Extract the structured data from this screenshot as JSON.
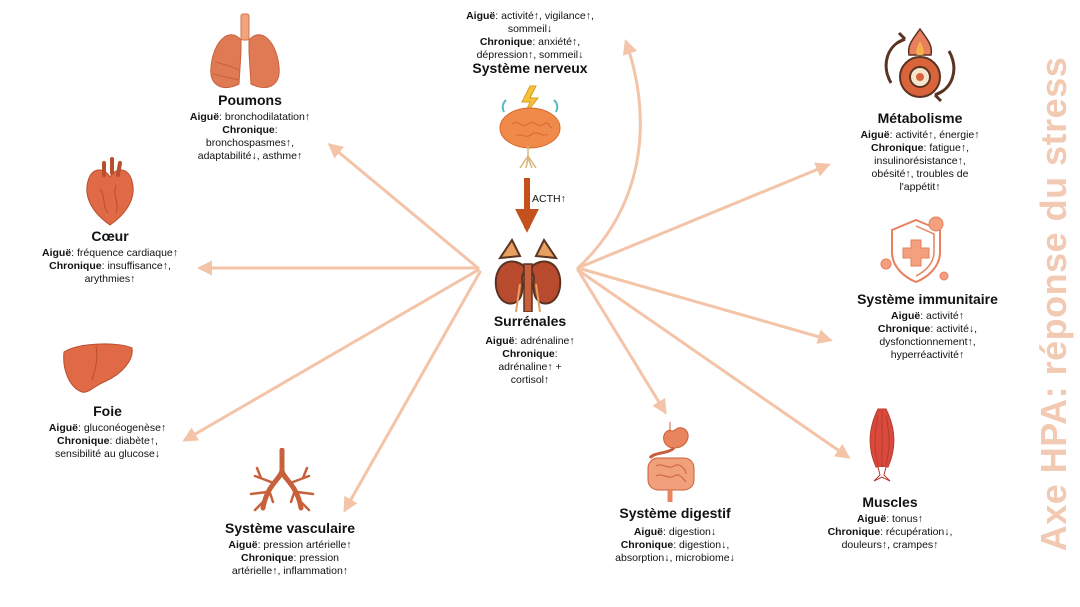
{
  "title": "Axe HPA: réponse du stress",
  "colors": {
    "accent": "#f2c9b2",
    "arrow": "#f3c4a8",
    "organ": "#e07a55",
    "acth_arrow": "#c4501e",
    "text": "#111111"
  },
  "center": {
    "title": "Surrénales",
    "acute_label": "Aiguë",
    "acute_text": ": adrénaline↑",
    "chronic_label": "Chronique",
    "chronic_text": ":",
    "chronic_text2": "adrénaline↑ +",
    "chronic_text3": "cortisol↑"
  },
  "acth_label": "ACTH↑",
  "nervous": {
    "title": "Système nerveux",
    "acute_label": "Aiguë",
    "acute_text": ": activité↑, vigilance↑,",
    "acute_text2": "sommeil↓",
    "chronic_label": "Chronique",
    "chronic_text": ": anxiété↑,",
    "chronic_text2": "dépression↑, sommeil↓"
  },
  "lungs": {
    "title": "Poumons",
    "acute_label": "Aiguë",
    "acute_text": ": bronchodilatation↑",
    "chronic_label": "Chronique",
    "chronic_text": ":",
    "chronic_text2": "bronchospasmes↑,",
    "chronic_text3": "adaptabilité↓, asthme↑"
  },
  "heart": {
    "title": "Cœur",
    "acute_label": "Aiguë",
    "acute_text": ": fréquence cardiaque↑",
    "chronic_label": "Chronique",
    "chronic_text": ": insuffisance↑,",
    "chronic_text2": "arythmies↑"
  },
  "liver": {
    "title": "Foie",
    "acute_label": "Aiguë",
    "acute_text": ": gluconéogenèse↑",
    "chronic_label": "Chronique",
    "chronic_text": ": diabète↑,",
    "chronic_text2": "sensibilité au glucose↓"
  },
  "vascular": {
    "title": "Système vasculaire",
    "acute_label": "Aiguë",
    "acute_text": ": pression artérielle↑",
    "chronic_label": "Chronique",
    "chronic_text": ": pression",
    "chronic_text2": "artérielle↑, inflammation↑"
  },
  "digestive": {
    "title": "Système digestif",
    "acute_label": "Aiguë",
    "acute_text": ": digestion↓",
    "chronic_label": "Chronique",
    "chronic_text": ": digestion↓,",
    "chronic_text2": "absorption↓, microbiome↓"
  },
  "muscles": {
    "title": "Muscles",
    "acute_label": "Aiguë",
    "acute_text": ": tonus↑",
    "chronic_label": "Chronique",
    "chronic_text": ": récupération↓,",
    "chronic_text2": "douleurs↑, crampes↑"
  },
  "immune": {
    "title": "Système immunitaire",
    "acute_label": "Aiguë",
    "acute_text": ": activité↑",
    "chronic_label": "Chronique",
    "chronic_text": ": activité↓,",
    "chronic_text2": "dysfonctionnement↑,",
    "chronic_text3": "hyperréactivité↑"
  },
  "metabolism": {
    "title": "Métabolisme",
    "acute_label": "Aiguë",
    "acute_text": ": activité↑, énergie↑",
    "chronic_label": "Chronique",
    "chronic_text": ": fatigue↑,",
    "chronic_text2": "insulinorésistance↑,",
    "chronic_text3": "obésité↑, troubles de",
    "chronic_text4": "l'appétit↑"
  }
}
